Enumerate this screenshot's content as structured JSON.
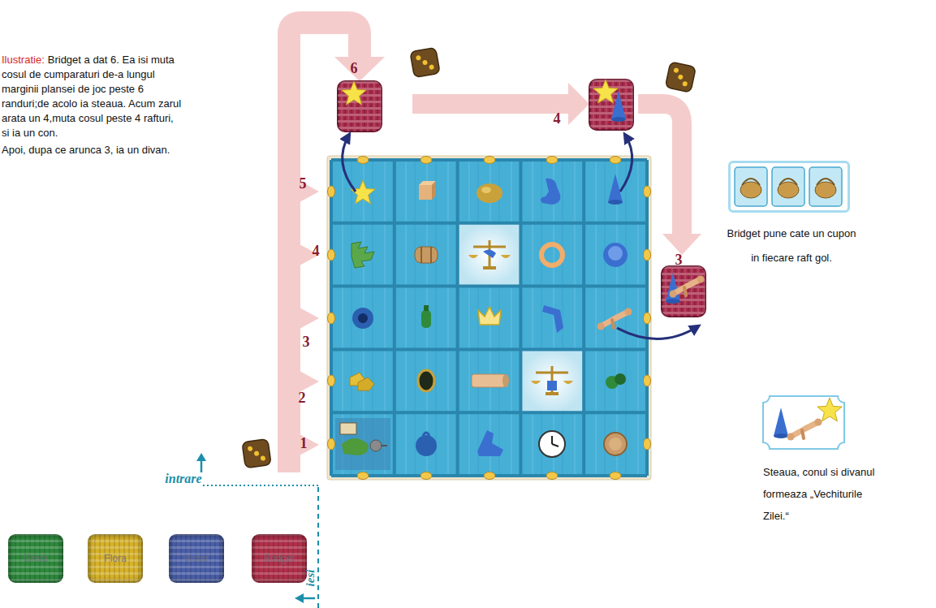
{
  "diagram": {
    "nodes": [
      {
        "text": [
          "Greta"
        ]
      },
      {
        "text": [
          "Flora"
        ]
      },
      {
        "text": [
          "Victor"
        ]
      },
      {
        "text": [
          "Bridget"
        ]
      },
      {
        "text": [
          "Bridget pune cate un cupon in fiecare raft gol."
        ]
      },
      {
        "text": [
          "Steaua, conul si divanul formeaza „Vechiturile Zilei.“"
        ]
      }
    ],
    "labels": [
      "Ilustratie:",
      "Bridget a dat 6. Ea isi muta cosul de cumparaturi de-a lungul marginii plansei de joc peste 6 randuri;de acolo ia steaua. Acum zarul arata un 4,muta cosul peste 4 rafturi, si ia un con.",
      "Apoi, dupa ce arunca 3, ia un divan.",
      "1",
      "2",
      "3",
      "4",
      "5",
      "6",
      "4",
      "3",
      "intrare",
      "iesi"
    ]
  }
}
